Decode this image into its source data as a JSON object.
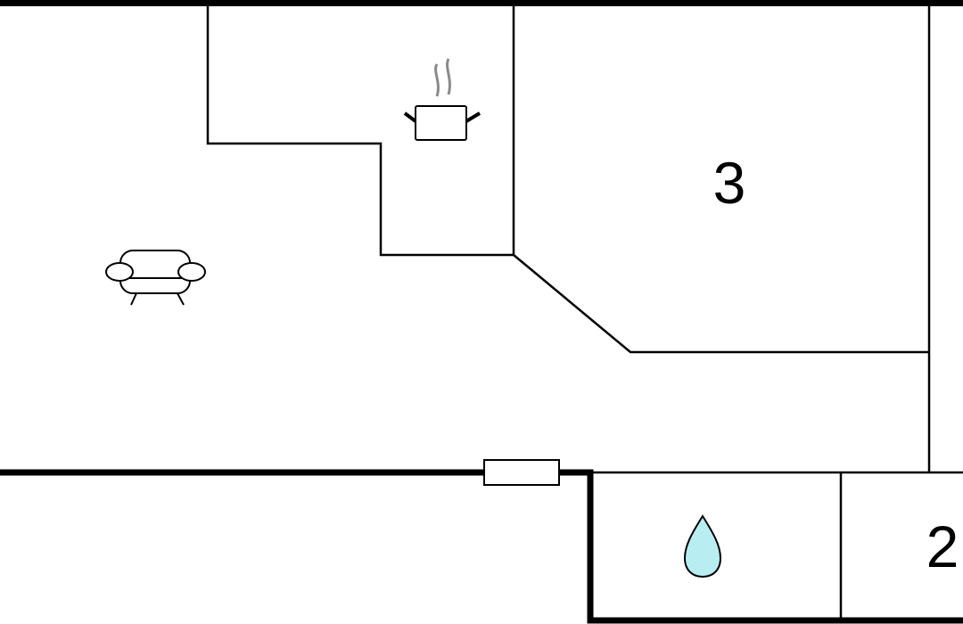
{
  "floorplan": {
    "rooms": [
      {
        "id": "bedroom-3",
        "label": "3"
      },
      {
        "id": "bedroom-2",
        "label": "2"
      }
    ],
    "icons": [
      {
        "id": "kitchen",
        "name": "cooking-pot-icon"
      },
      {
        "id": "living-room",
        "name": "sofa-icon"
      },
      {
        "id": "bathroom",
        "name": "water-drop-icon"
      },
      {
        "id": "entrance",
        "name": "door-icon"
      }
    ],
    "colors": {
      "wall": "#000000",
      "background": "#ffffff",
      "water_drop": "#b8eef2",
      "steam": "#8a8a8a"
    }
  }
}
